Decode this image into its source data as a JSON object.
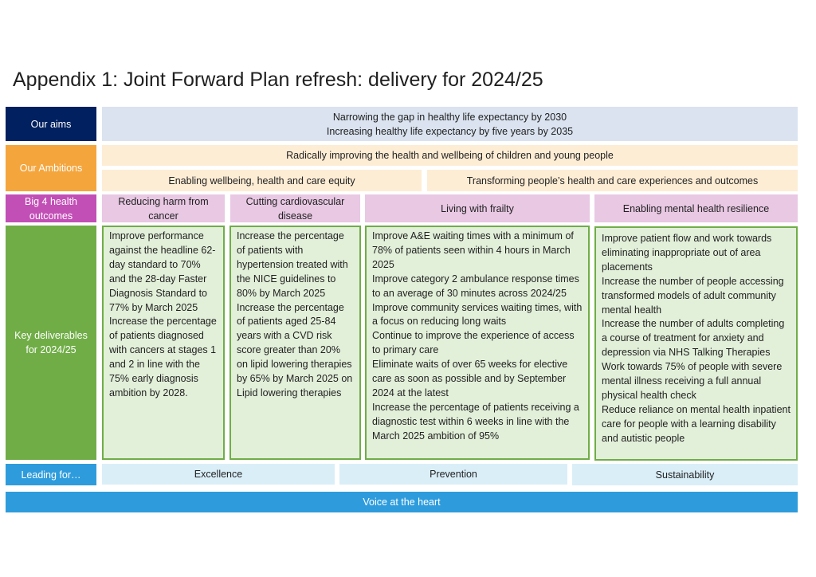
{
  "title": "Appendix 1: Joint Forward Plan refresh: delivery for 2024/25",
  "labels": {
    "aims": "Our aims",
    "ambitions": "Our Ambitions",
    "big4": "Big 4 health outcomes",
    "key": "Key deliverables for 2024/25",
    "leading": "Leading for…"
  },
  "aims": [
    "Narrowing the gap in healthy life expectancy by 2030",
    "Increasing healthy life expectancy by five years by 2035"
  ],
  "ambitions": {
    "top": "Radically improving the health and wellbeing of children and young people",
    "left": "Enabling wellbeing, health and care equity",
    "right": "Transforming people’s health and care experiences and outcomes"
  },
  "outcomes": [
    "Reducing harm from cancer",
    "Cutting cardiovascular disease",
    "Living with frailty",
    "Enabling mental health resilience"
  ],
  "deliverables": [
    [
      "Improve performance against the headline 62-day standard to 70% and the 28-day Faster Diagnosis Standard to 77% by March 2025",
      "Increase the percentage of patients diagnosed with cancers  at stages 1 and 2 in line with the 75% early diagnosis ambition by 2028."
    ],
    [
      "Increase the percentage of patients with hypertension treated with the NICE guidelines to 80% by March 2025",
      "Increase the percentage of patients aged 25-84 years with a CVD risk score greater than 20% on lipid lowering therapies by 65% by March 2025 on Lipid lowering therapies"
    ],
    [
      "Improve A&E waiting times with a minimum of 78% of patients seen within 4 hours in March 2025",
      "Improve category 2 ambulance response times to an average of 30 minutes across 2024/25",
      "Improve community services waiting times, with a focus on reducing long waits",
      "Continue to improve the experience of access to primary care",
      "Eliminate waits of over 65 weeks for elective care as soon as possible and by September 2024 at the latest",
      "Increase the percentage of patients receiving a diagnostic test within 6 weeks in line with the March 2025 ambition of 95%"
    ],
    [
      "Improve patient flow and work towards eliminating inappropriate out of area placements",
      "Increase the number of people accessing transformed models of adult community mental health",
      "Increase the number of adults completing a course of treatment for anxiety and depression via NHS Talking Therapies",
      "Work towards 75% of people with severe mental illness receiving a full annual physical health check",
      "Reduce reliance on mental health inpatient care for people with a learning disability and autistic people"
    ]
  ],
  "leading": [
    "Excellence",
    "Prevention",
    "Sustainability"
  ],
  "voice": "Voice at the heart",
  "colors": {
    "navy": "#002060",
    "orange": "#f4a53c",
    "magenta": "#c24fb6",
    "green": "#70ad47",
    "blue": "#2e9cdc",
    "aims_bg": "#dae3ef",
    "ambitions_bg": "#fdedd5",
    "outcomes_bg": "#e8c8e3",
    "deliverables_bg": "#e2efd9",
    "leading_bg": "#daeef8"
  }
}
